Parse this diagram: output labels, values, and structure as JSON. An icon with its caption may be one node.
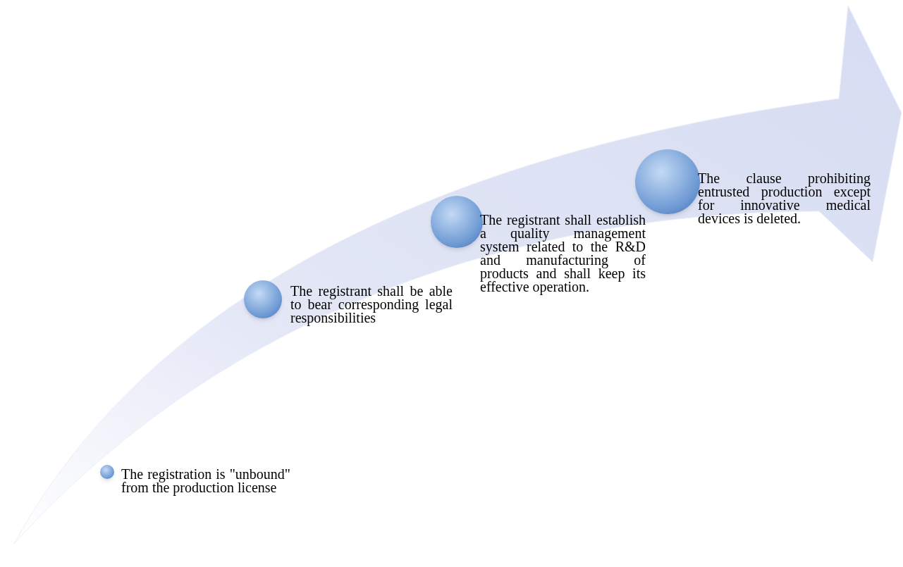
{
  "diagram": {
    "nodes": [
      {
        "text": [],
        "shape": "circle",
        "beside": [
          "The registration is \"unbound\" from the production license"
        ]
      },
      {
        "text": [],
        "shape": "circle",
        "beside": [
          "The registrant shall be able to bear corresponding legal responsibilities"
        ]
      },
      {
        "text": [],
        "shape": "circle",
        "beside": [
          "The registrant shall establish a quality management system related to the R&D and manufacturing of products and shall keep its effective operation."
        ]
      },
      {
        "text": [],
        "shape": "circle",
        "beside": [
          "The clause prohibiting entrusted production except for innovative medical devices is deleted."
        ]
      }
    ]
  }
}
